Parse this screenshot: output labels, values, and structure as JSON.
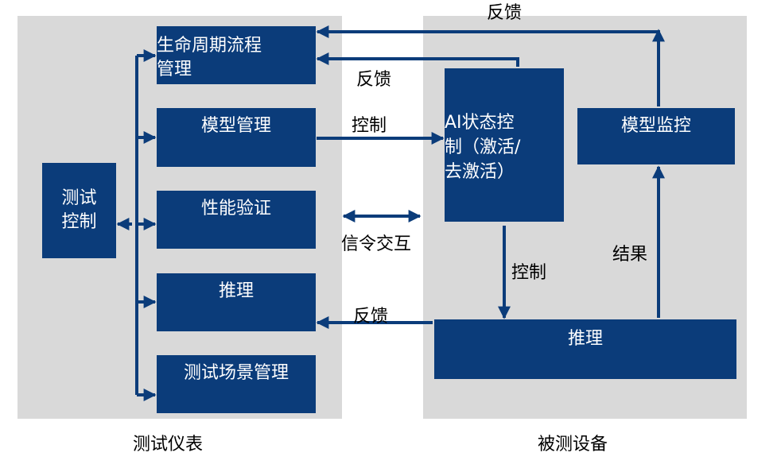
{
  "colors": {
    "box": "#0b3c7a",
    "panel": "#d9d9d9",
    "text": "#000000"
  },
  "left_panel": {
    "caption": "测试仪表",
    "test_control": [
      "测试",
      "控制"
    ],
    "lifecycle": [
      "生命周期流程",
      "管理"
    ],
    "model_mgmt": "模型管理",
    "perf_verify": "性能验证",
    "inference": "推理",
    "scenario_mgmt": "测试场景管理"
  },
  "right_panel": {
    "caption": "被测设备",
    "ai_state_control": [
      "AI状态控",
      "制（激活/",
      "去激活）"
    ],
    "model_monitor": "模型监控",
    "inference": "推理"
  },
  "arrow_labels": {
    "feedback_top": "反馈",
    "feedback_mid": "反馈",
    "control_model": "控制",
    "signaling": "信令交互",
    "control_down": "控制",
    "result": "结果",
    "feedback_bottom": "反馈"
  }
}
